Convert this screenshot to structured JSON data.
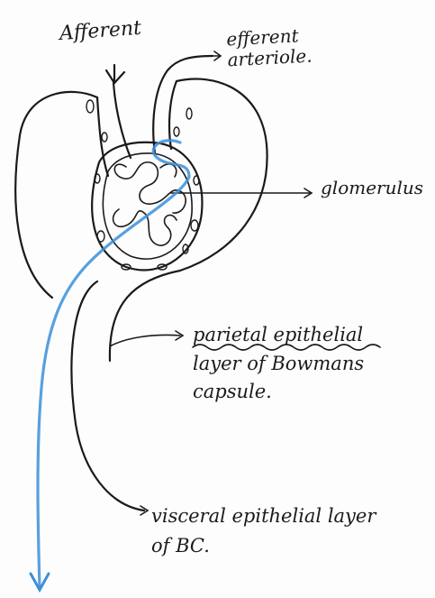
{
  "labels": {
    "afferent": "Afferent",
    "efferent_line1": "efferent",
    "efferent_line2": "arteriole.",
    "glomerulus": "glomerulus",
    "parietal_line1": "parietal epithelial",
    "parietal_line2": "layer of Bowmans",
    "parietal_line3": "capsule.",
    "visceral_line1": "visceral epithelial layer",
    "visceral_line2": "of BC."
  },
  "colors": {
    "ink": "#1a1a1a",
    "highlight": "#3b8fd9",
    "background": "#fdfdfd"
  }
}
